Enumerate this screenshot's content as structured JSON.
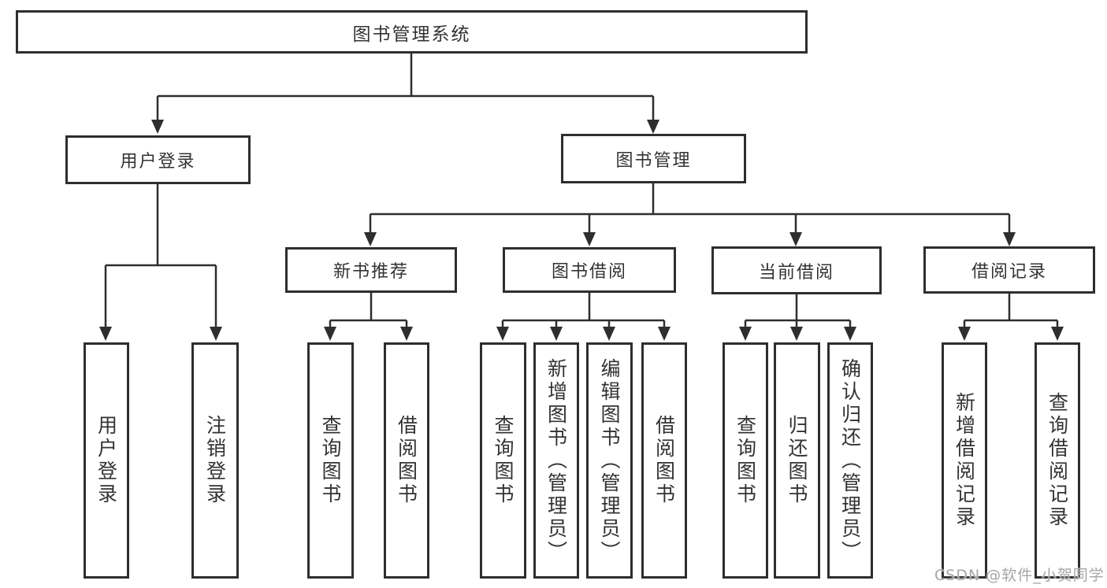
{
  "watermark": "CSDN @软件_小贺同学",
  "colors": {
    "line": "#2e2e2e",
    "text": "#333333",
    "background": "#ffffff",
    "watermark": "#a6a6a6"
  },
  "tree": {
    "root": {
      "label": "图书管理系统"
    },
    "branches": [
      {
        "label": "用户登录",
        "leaves": [
          {
            "label": "用户登录"
          },
          {
            "label": "注销登录"
          }
        ]
      },
      {
        "label": "图书管理",
        "sections": [
          {
            "label": "新书推荐",
            "leaves": [
              {
                "label": "查询图书"
              },
              {
                "label": "借阅图书"
              }
            ]
          },
          {
            "label": "图书借阅",
            "leaves": [
              {
                "label": "查询图书"
              },
              {
                "label": "新增图书（管理员）"
              },
              {
                "label": "编辑图书（管理员）"
              },
              {
                "label": "借阅图书"
              }
            ]
          },
          {
            "label": "当前借阅",
            "leaves": [
              {
                "label": "查询图书"
              },
              {
                "label": "归还图书"
              },
              {
                "label": "确认归还（管理员）"
              }
            ]
          },
          {
            "label": "借阅记录",
            "leaves": [
              {
                "label": "新增借阅记录"
              },
              {
                "label": "查询借阅记录"
              }
            ]
          }
        ]
      }
    ]
  }
}
